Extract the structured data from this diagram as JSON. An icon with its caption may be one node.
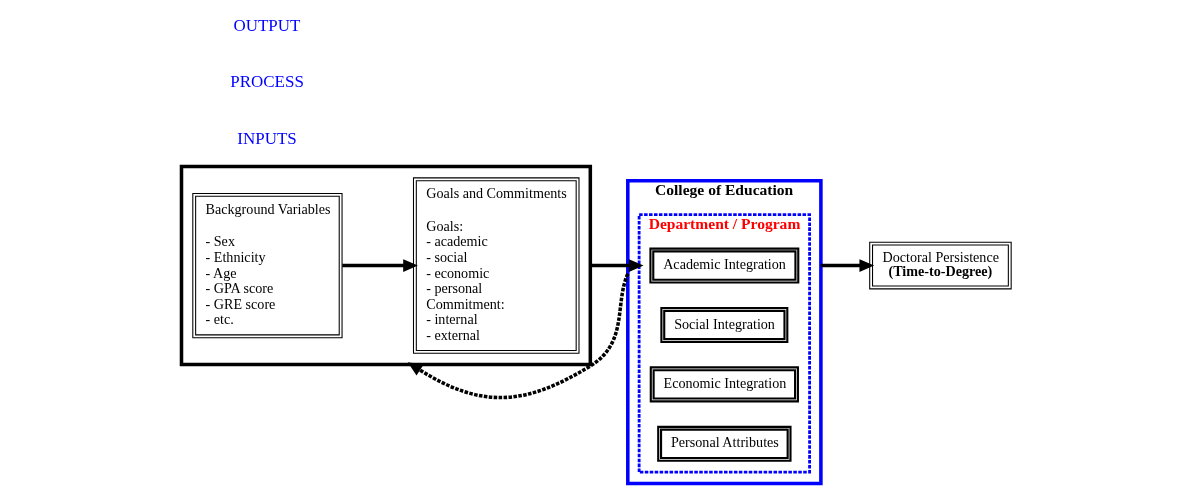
{
  "diagram": {
    "nodes": [
      {
        "text": [],
        "shape": "box"
      },
      {
        "text": [
          "Background Variables",
          "- Sex",
          "- Ethnicity",
          "- Age",
          "- GPA score",
          "- GRE score",
          "- etc."
        ],
        "in": 0
      },
      {
        "text": [
          "Goals and Commitments",
          "Goals:",
          "- academic",
          "- social",
          "- economic",
          "- personal",
          "Commitment:",
          "- internal",
          "- external"
        ],
        "in": 0
      },
      {
        "text": [
          "College of Education"
        ]
      },
      {
        "text": [
          "Department / Program"
        ],
        "in": 3
      },
      {
        "text": [
          "Academic Integration"
        ],
        "in": 4
      },
      {
        "text": [
          "Social Integration"
        ],
        "in": 4
      },
      {
        "text": [
          "Economic Integration"
        ],
        "in": 4
      },
      {
        "text": [
          "Personal Attributes"
        ],
        "in": 4
      },
      {
        "text": [
          "Doctoral Persistence",
          "(Time-to-Degree)"
        ]
      }
    ],
    "edges": [
      {
        "from": 1,
        "to": 2,
        "arrow": "to"
      },
      {
        "from": 0,
        "to": 4,
        "arrow": "to"
      },
      {
        "from": 3,
        "to": 9,
        "arrow": "to"
      },
      {
        "from": 3,
        "to": 0,
        "arrow": "to",
        "style": "dashed"
      }
    ],
    "labels": [
      "INPUTS",
      "PROCESS",
      "OUTPUT"
    ]
  }
}
